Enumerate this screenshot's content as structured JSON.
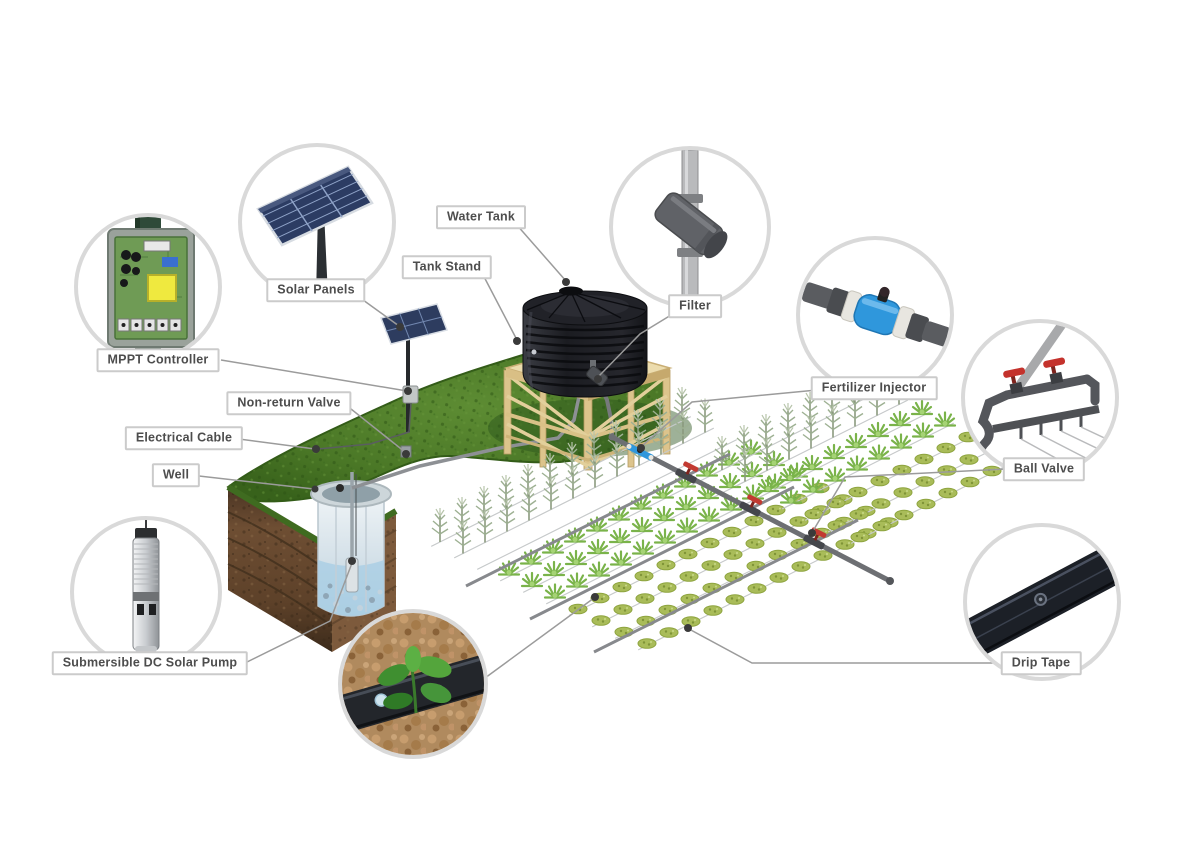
{
  "labels": {
    "water_tank": "Water Tank",
    "tank_stand": "Tank Stand",
    "solar_panels": "Solar Panels",
    "mppt_controller": "MPPT Controller",
    "filter": "Filter",
    "fertilizer_injector": "Fertilizer Injector",
    "ball_valve": "Ball Valve",
    "non_return_valve": "Non-return Valve",
    "electrical_cable": "Electrical Cable",
    "well": "Well",
    "submersible_pump": "Submersible DC Solar Pump",
    "drip_tape": "Drip Tape"
  },
  "colors": {
    "background": "#ffffff",
    "label_text": "#4d4d4d",
    "label_border": "#cbcbcb",
    "circle_ring": "#d9d9d9",
    "connector_line": "#9b9b9b",
    "connector_dot": "#3a3a3a",
    "grass_green": "#4a7726",
    "soil_brown": "#5d4129",
    "tank_black": "#1b1c21",
    "stand_wood": "#ecdcae",
    "pipe_gray": "#6d6f73",
    "panel_blue": "#2d3c5f",
    "injector_blue": "#2f97dc",
    "valve_red": "#c23a31",
    "crop_green": "#7ab34a",
    "water_blue": "#a9cbdd"
  }
}
